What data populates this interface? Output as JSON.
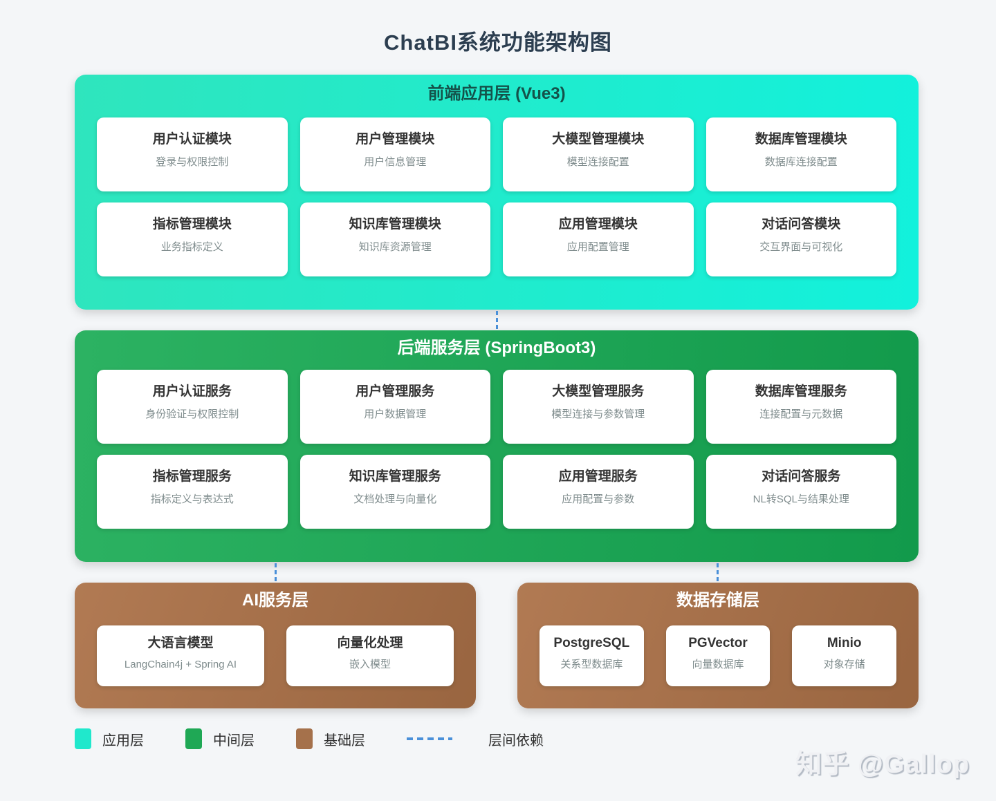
{
  "title": "ChatBI系统功能架构图",
  "watermark": "知乎 @Gallop",
  "colors": {
    "app_layer": "#20e8cc",
    "middle_layer": "#1fa855",
    "base_layer": "#a5714b",
    "dependency_line": "#4a90d9",
    "title_text": "#2c3e50"
  },
  "layers": [
    {
      "name": "frontend",
      "title": "前端应用层 (Vue3)",
      "cards": [
        {
          "title": "用户认证模块",
          "subtitle": "登录与权限控制"
        },
        {
          "title": "用户管理模块",
          "subtitle": "用户信息管理"
        },
        {
          "title": "大模型管理模块",
          "subtitle": "模型连接配置"
        },
        {
          "title": "数据库管理模块",
          "subtitle": "数据库连接配置"
        },
        {
          "title": "指标管理模块",
          "subtitle": "业务指标定义"
        },
        {
          "title": "知识库管理模块",
          "subtitle": "知识库资源管理"
        },
        {
          "title": "应用管理模块",
          "subtitle": "应用配置管理"
        },
        {
          "title": "对话问答模块",
          "subtitle": "交互界面与可视化"
        }
      ]
    },
    {
      "name": "backend",
      "title": "后端服务层 (SpringBoot3)",
      "cards": [
        {
          "title": "用户认证服务",
          "subtitle": "身份验证与权限控制"
        },
        {
          "title": "用户管理服务",
          "subtitle": "用户数据管理"
        },
        {
          "title": "大模型管理服务",
          "subtitle": "模型连接与参数管理"
        },
        {
          "title": "数据库管理服务",
          "subtitle": "连接配置与元数据"
        },
        {
          "title": "指标管理服务",
          "subtitle": "指标定义与表达式"
        },
        {
          "title": "知识库管理服务",
          "subtitle": "文档处理与向量化"
        },
        {
          "title": "应用管理服务",
          "subtitle": "应用配置与参数"
        },
        {
          "title": "对话问答服务",
          "subtitle": "NL转SQL与结果处理"
        }
      ]
    },
    {
      "name": "ai",
      "title": "AI服务层",
      "cards": [
        {
          "title": "大语言模型",
          "subtitle": "LangChain4j + Spring AI"
        },
        {
          "title": "向量化处理",
          "subtitle": "嵌入模型"
        }
      ]
    },
    {
      "name": "storage",
      "title": "数据存储层",
      "cards": [
        {
          "title": "PostgreSQL",
          "subtitle": "关系型数据库"
        },
        {
          "title": "PGVector",
          "subtitle": "向量数据库"
        },
        {
          "title": "Minio",
          "subtitle": "对象存储"
        }
      ]
    }
  ],
  "legend": {
    "items": [
      {
        "label": "应用层",
        "color": "#20e8cc"
      },
      {
        "label": "中间层",
        "color": "#1fa855"
      },
      {
        "label": "基础层",
        "color": "#a5714b"
      }
    ],
    "dependency_label": "层间依赖"
  }
}
